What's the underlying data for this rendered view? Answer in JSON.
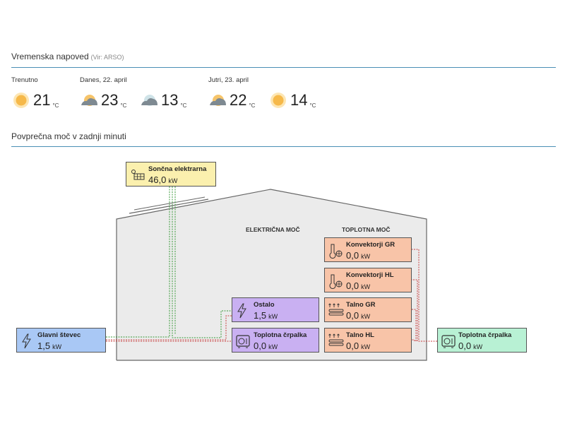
{
  "weather": {
    "title": "Vremenska napoved",
    "source": "(Vir: ARSO)",
    "current_label": "Trenutno",
    "today_label": "Danes, 22. april",
    "tomorrow_label": "Jutri, 23. april",
    "unit": "°C",
    "temps": [
      "21",
      "23",
      "13",
      "22",
      "14"
    ],
    "icons": [
      "sun-icon",
      "cloudy-sun-icon",
      "cloudy-moon-icon",
      "cloudy-sun-icon",
      "sun-icon"
    ]
  },
  "power": {
    "title": "Povprečna moč v zadnji minuti",
    "unit": "kW",
    "electric_heading": "ELEKTRIČNA MOČ",
    "thermal_heading": "TOPLOTNA MOČ",
    "solar": {
      "label": "Sončna elektrarna",
      "value": "46,0"
    },
    "main_meter": {
      "label": "Glavni števec",
      "value": "1,5"
    },
    "other": {
      "label": "Ostalo",
      "value": "1,5"
    },
    "heatpump_el": {
      "label": "Toplotna črpalka",
      "value": "0,0"
    },
    "conv_gr": {
      "label": "Konvektorji GR",
      "value": "0,0"
    },
    "conv_hl": {
      "label": "Konvektorji HL",
      "value": "0,0"
    },
    "floor_gr": {
      "label": "Talno GR",
      "value": "0,0"
    },
    "floor_hl": {
      "label": "Talno HL",
      "value": "0,0"
    },
    "heatpump_out": {
      "label": "Toplotna črpalka",
      "value": "0,0"
    }
  },
  "colors": {
    "accent_rule": "#4a8fb5",
    "blue": "#a9c8f5",
    "purple": "#c9b0f2",
    "salmon": "#f8c4a8",
    "green": "#b8f1d4",
    "yellow": "#fbf0ae",
    "flow_green": "#3a9a3a",
    "flow_red": "#c84040"
  }
}
